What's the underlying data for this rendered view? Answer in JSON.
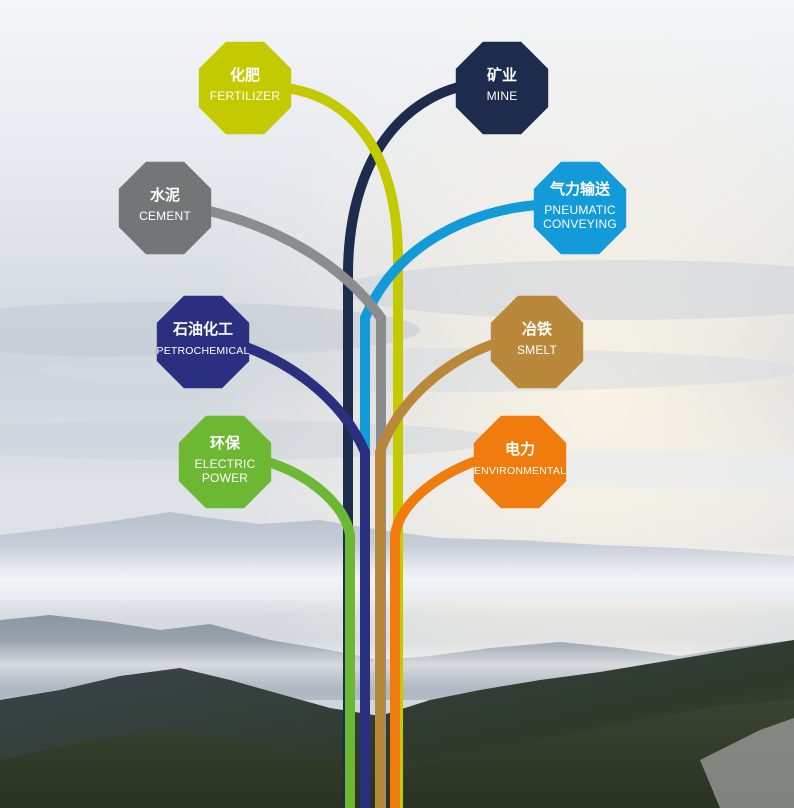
{
  "nodes": [
    {
      "id": "fertilizer",
      "cn": "化肥",
      "en": [
        "FERTILIZER"
      ],
      "color": "#c3ca00"
    },
    {
      "id": "mine",
      "cn": "矿业",
      "en": [
        "MINE"
      ],
      "color": "#1d2b4d"
    },
    {
      "id": "cement",
      "cn": "水泥",
      "en": [
        "CEMENT"
      ],
      "color": "#737577"
    },
    {
      "id": "pneumatic",
      "cn": "气力输送",
      "en": [
        "PNEUMATIC",
        "CONVEYING"
      ],
      "color": "#139ad9"
    },
    {
      "id": "petrochemical",
      "cn": "石油化工",
      "en": [
        "PETROCHEMICAL"
      ],
      "color": "#2b2f7f"
    },
    {
      "id": "smelt",
      "cn": "冶铁",
      "en": [
        "SMELT"
      ],
      "color": "#b9883b"
    },
    {
      "id": "electric",
      "cn": "环保",
      "en": [
        "ELECTRIC",
        "POWER"
      ],
      "color": "#6db833"
    },
    {
      "id": "environmental",
      "cn": "电力",
      "en": [
        "ENVIRONMENTAL"
      ],
      "color": "#ef7c0c"
    }
  ]
}
